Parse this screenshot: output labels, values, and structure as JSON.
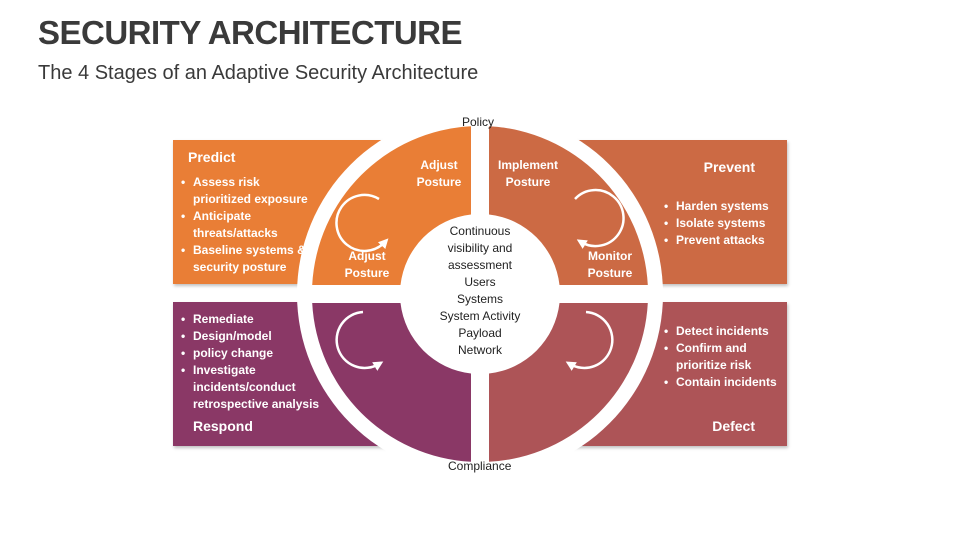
{
  "title": "SECURITY ARCHITECTURE",
  "subtitle": "The 4 Stages of an Adaptive Security Architecture",
  "colors": {
    "predict": "#e97e36",
    "prevent": "#cc6a44",
    "respond": "#8a3866",
    "defect": "#ad5457",
    "ring": "#ffffff"
  },
  "labels": {
    "top": "Policy",
    "bottom": "Compliance"
  },
  "center": {
    "line1": "Continuous",
    "line2": "visibility and",
    "line3": "assessment",
    "items": [
      "Users",
      "Systems",
      "System Activity",
      "Payload",
      "Network"
    ]
  },
  "quadrants": {
    "top_left": {
      "top_label_1": "Adjust",
      "top_label_2": "Posture",
      "bottom_label_1": "Adjust",
      "bottom_label_2": "Posture"
    },
    "top_right": {
      "top_label_1": "Implement",
      "top_label_2": "Posture",
      "bottom_label_1": "Monitor",
      "bottom_label_2": "Posture"
    }
  },
  "panels": {
    "predict": {
      "title": "Predict",
      "bullets": [
        "Assess risk prioritized exposure",
        "Anticipate threats/attacks",
        "Baseline systems & security posture"
      ]
    },
    "prevent": {
      "title": "Prevent",
      "bullets": [
        "Harden systems",
        "Isolate systems",
        "Prevent attacks"
      ]
    },
    "respond": {
      "title": "Respond",
      "bullets": [
        "Remediate",
        "Design/model",
        "policy change",
        "Investigate incidents/conduct retrospective analysis"
      ]
    },
    "defect": {
      "title": "Defect",
      "bullets": [
        "Detect incidents",
        "Confirm and prioritize risk",
        "Contain incidents"
      ]
    }
  }
}
